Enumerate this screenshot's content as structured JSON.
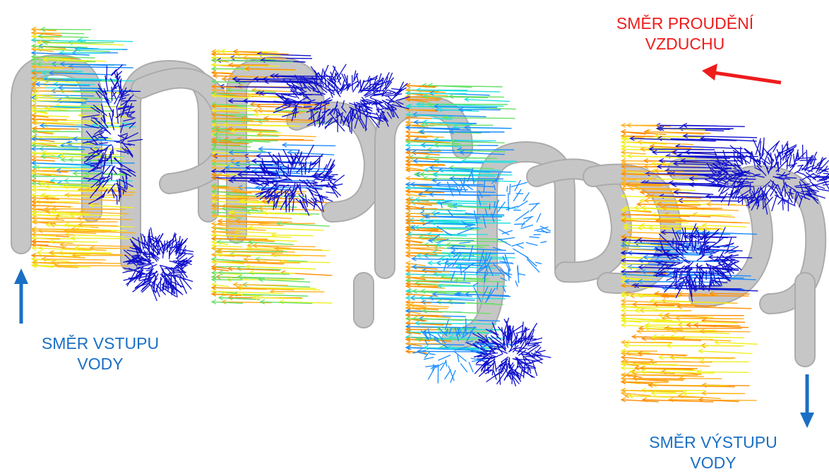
{
  "labels": {
    "air_flow": {
      "line1": "SMĚR PROUDĚNÍ",
      "line2": "VZDUCHU",
      "color": "#ee1c1c"
    },
    "water_inlet": {
      "line1": "SMĚR VSTUPU",
      "line2": "VODY",
      "color": "#1a6fc4"
    },
    "water_outlet": {
      "line1": "SMĚR VÝSTUPU",
      "line2": "VODY",
      "color": "#1a6fc4"
    }
  },
  "colors": {
    "pipe": "#b4b4b4",
    "pipe_edge": "#8f8f8f",
    "vector_scale": [
      "#1010cc",
      "#1a8cff",
      "#22e0e0",
      "#66e066",
      "#f0f020",
      "#ffb020",
      "#ff8c00"
    ]
  }
}
